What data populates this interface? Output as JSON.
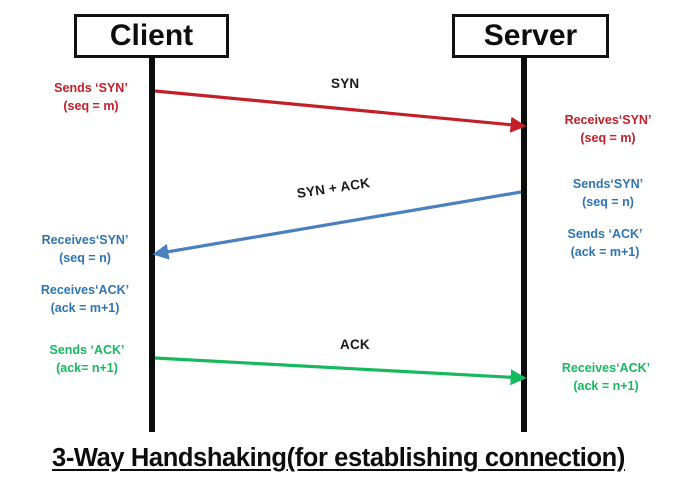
{
  "diagram": {
    "caption": "3-Way Handshaking(for establishing connection)",
    "nodes": {
      "client": "Client",
      "server": "Server"
    },
    "colors": {
      "red": "#c41e28",
      "blue": "#2e74b5",
      "green": "#16b95e",
      "black": "#0d0d0d"
    },
    "messages": [
      {
        "label": "SYN",
        "direction": "client-to-server",
        "color": "#c41e28"
      },
      {
        "label": "SYN + ACK",
        "direction": "server-to-client",
        "color": "#2e74b5"
      },
      {
        "label": "ACK",
        "direction": "client-to-server",
        "color": "#16b95e"
      }
    ],
    "notes": {
      "client_syn": {
        "line1": "Sends ‘SYN’",
        "line2": "(seq = m)"
      },
      "server_syn": {
        "line1": "Receives‘SYN’",
        "line2": "(seq = m)"
      },
      "server_sends_syn": {
        "line1": "Sends‘SYN’",
        "line2": "(seq = n)"
      },
      "server_sends_ack": {
        "line1": "Sends ‘ACK’",
        "line2": "(ack = m+1)"
      },
      "client_recv_syn": {
        "line1": "Receives‘SYN’",
        "line2": "(seq = n)"
      },
      "client_recv_ack": {
        "line1": "Receives‘ACK’",
        "line2": "(ack = m+1)"
      },
      "client_sends_ack": {
        "line1": "Sends ‘ACK’",
        "line2": "(ack= n+1)"
      },
      "server_recv_ack": {
        "line1": "Receives‘ACK’",
        "line2": "(ack = n+1)"
      }
    }
  }
}
